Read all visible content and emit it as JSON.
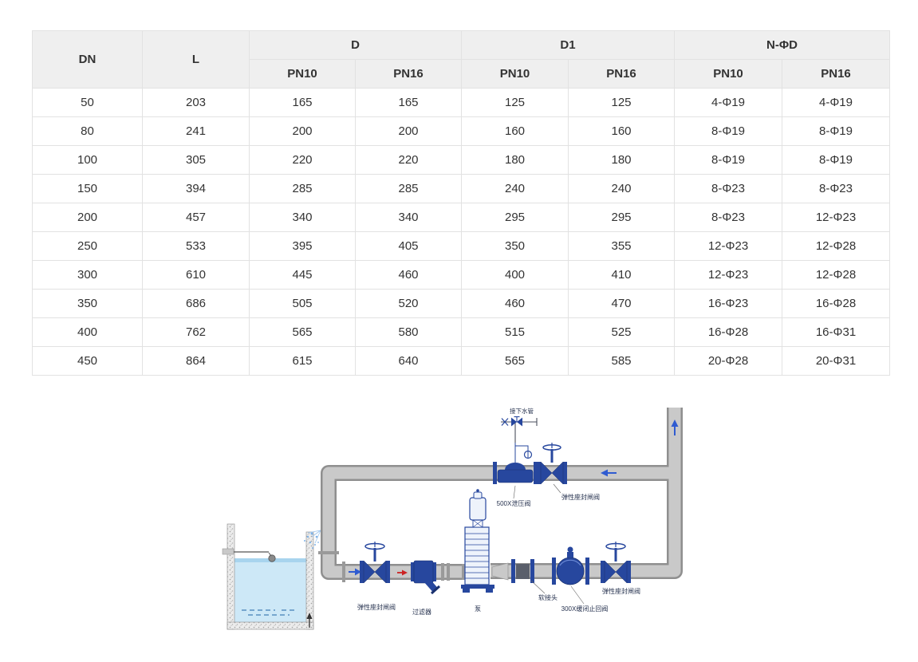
{
  "table": {
    "headers": {
      "dn": "DN",
      "l": "L",
      "d": "D",
      "d1": "D1",
      "n_phi_d": "N-ΦD",
      "pn10": "PN10",
      "pn16": "PN16"
    },
    "rows": [
      [
        "50",
        "203",
        "165",
        "165",
        "125",
        "125",
        "4-Φ19",
        "4-Φ19"
      ],
      [
        "80",
        "241",
        "200",
        "200",
        "160",
        "160",
        "8-Φ19",
        "8-Φ19"
      ],
      [
        "100",
        "305",
        "220",
        "220",
        "180",
        "180",
        "8-Φ19",
        "8-Φ19"
      ],
      [
        "150",
        "394",
        "285",
        "285",
        "240",
        "240",
        "8-Φ23",
        "8-Φ23"
      ],
      [
        "200",
        "457",
        "340",
        "340",
        "295",
        "295",
        "8-Φ23",
        "12-Φ23"
      ],
      [
        "250",
        "533",
        "395",
        "405",
        "350",
        "355",
        "12-Φ23",
        "12-Φ28"
      ],
      [
        "300",
        "610",
        "445",
        "460",
        "400",
        "410",
        "12-Φ23",
        "12-Φ28"
      ],
      [
        "350",
        "686",
        "505",
        "520",
        "460",
        "470",
        "16-Φ23",
        "16-Φ28"
      ],
      [
        "400",
        "762",
        "565",
        "580",
        "515",
        "525",
        "16-Φ28",
        "16-Φ31"
      ],
      [
        "450",
        "864",
        "615",
        "640",
        "565",
        "585",
        "20-Φ28",
        "20-Φ31"
      ]
    ]
  },
  "diagram": {
    "labels": {
      "drain_pipe": "接下水管",
      "relief_valve": "500X泄压阀",
      "gate_valve_top": "弹性座封闸阀",
      "gate_valve_suction": "弹性座封闸阀",
      "strainer": "过滤器",
      "pump": "泵",
      "flexible_joint": "软接头",
      "check_valve": "300X缓闭止回阀",
      "gate_valve_discharge": "弹性座封闸阀"
    }
  },
  "colors": {
    "header_bg": "#efefef",
    "table_border": "#e2e2e2",
    "valve_blue": "#27479e",
    "pipe_gray": "#c9c9c9",
    "water_blue": "#cde8f7",
    "arrow_blue": "#2f5bd1",
    "arrow_red": "#cc2222"
  }
}
